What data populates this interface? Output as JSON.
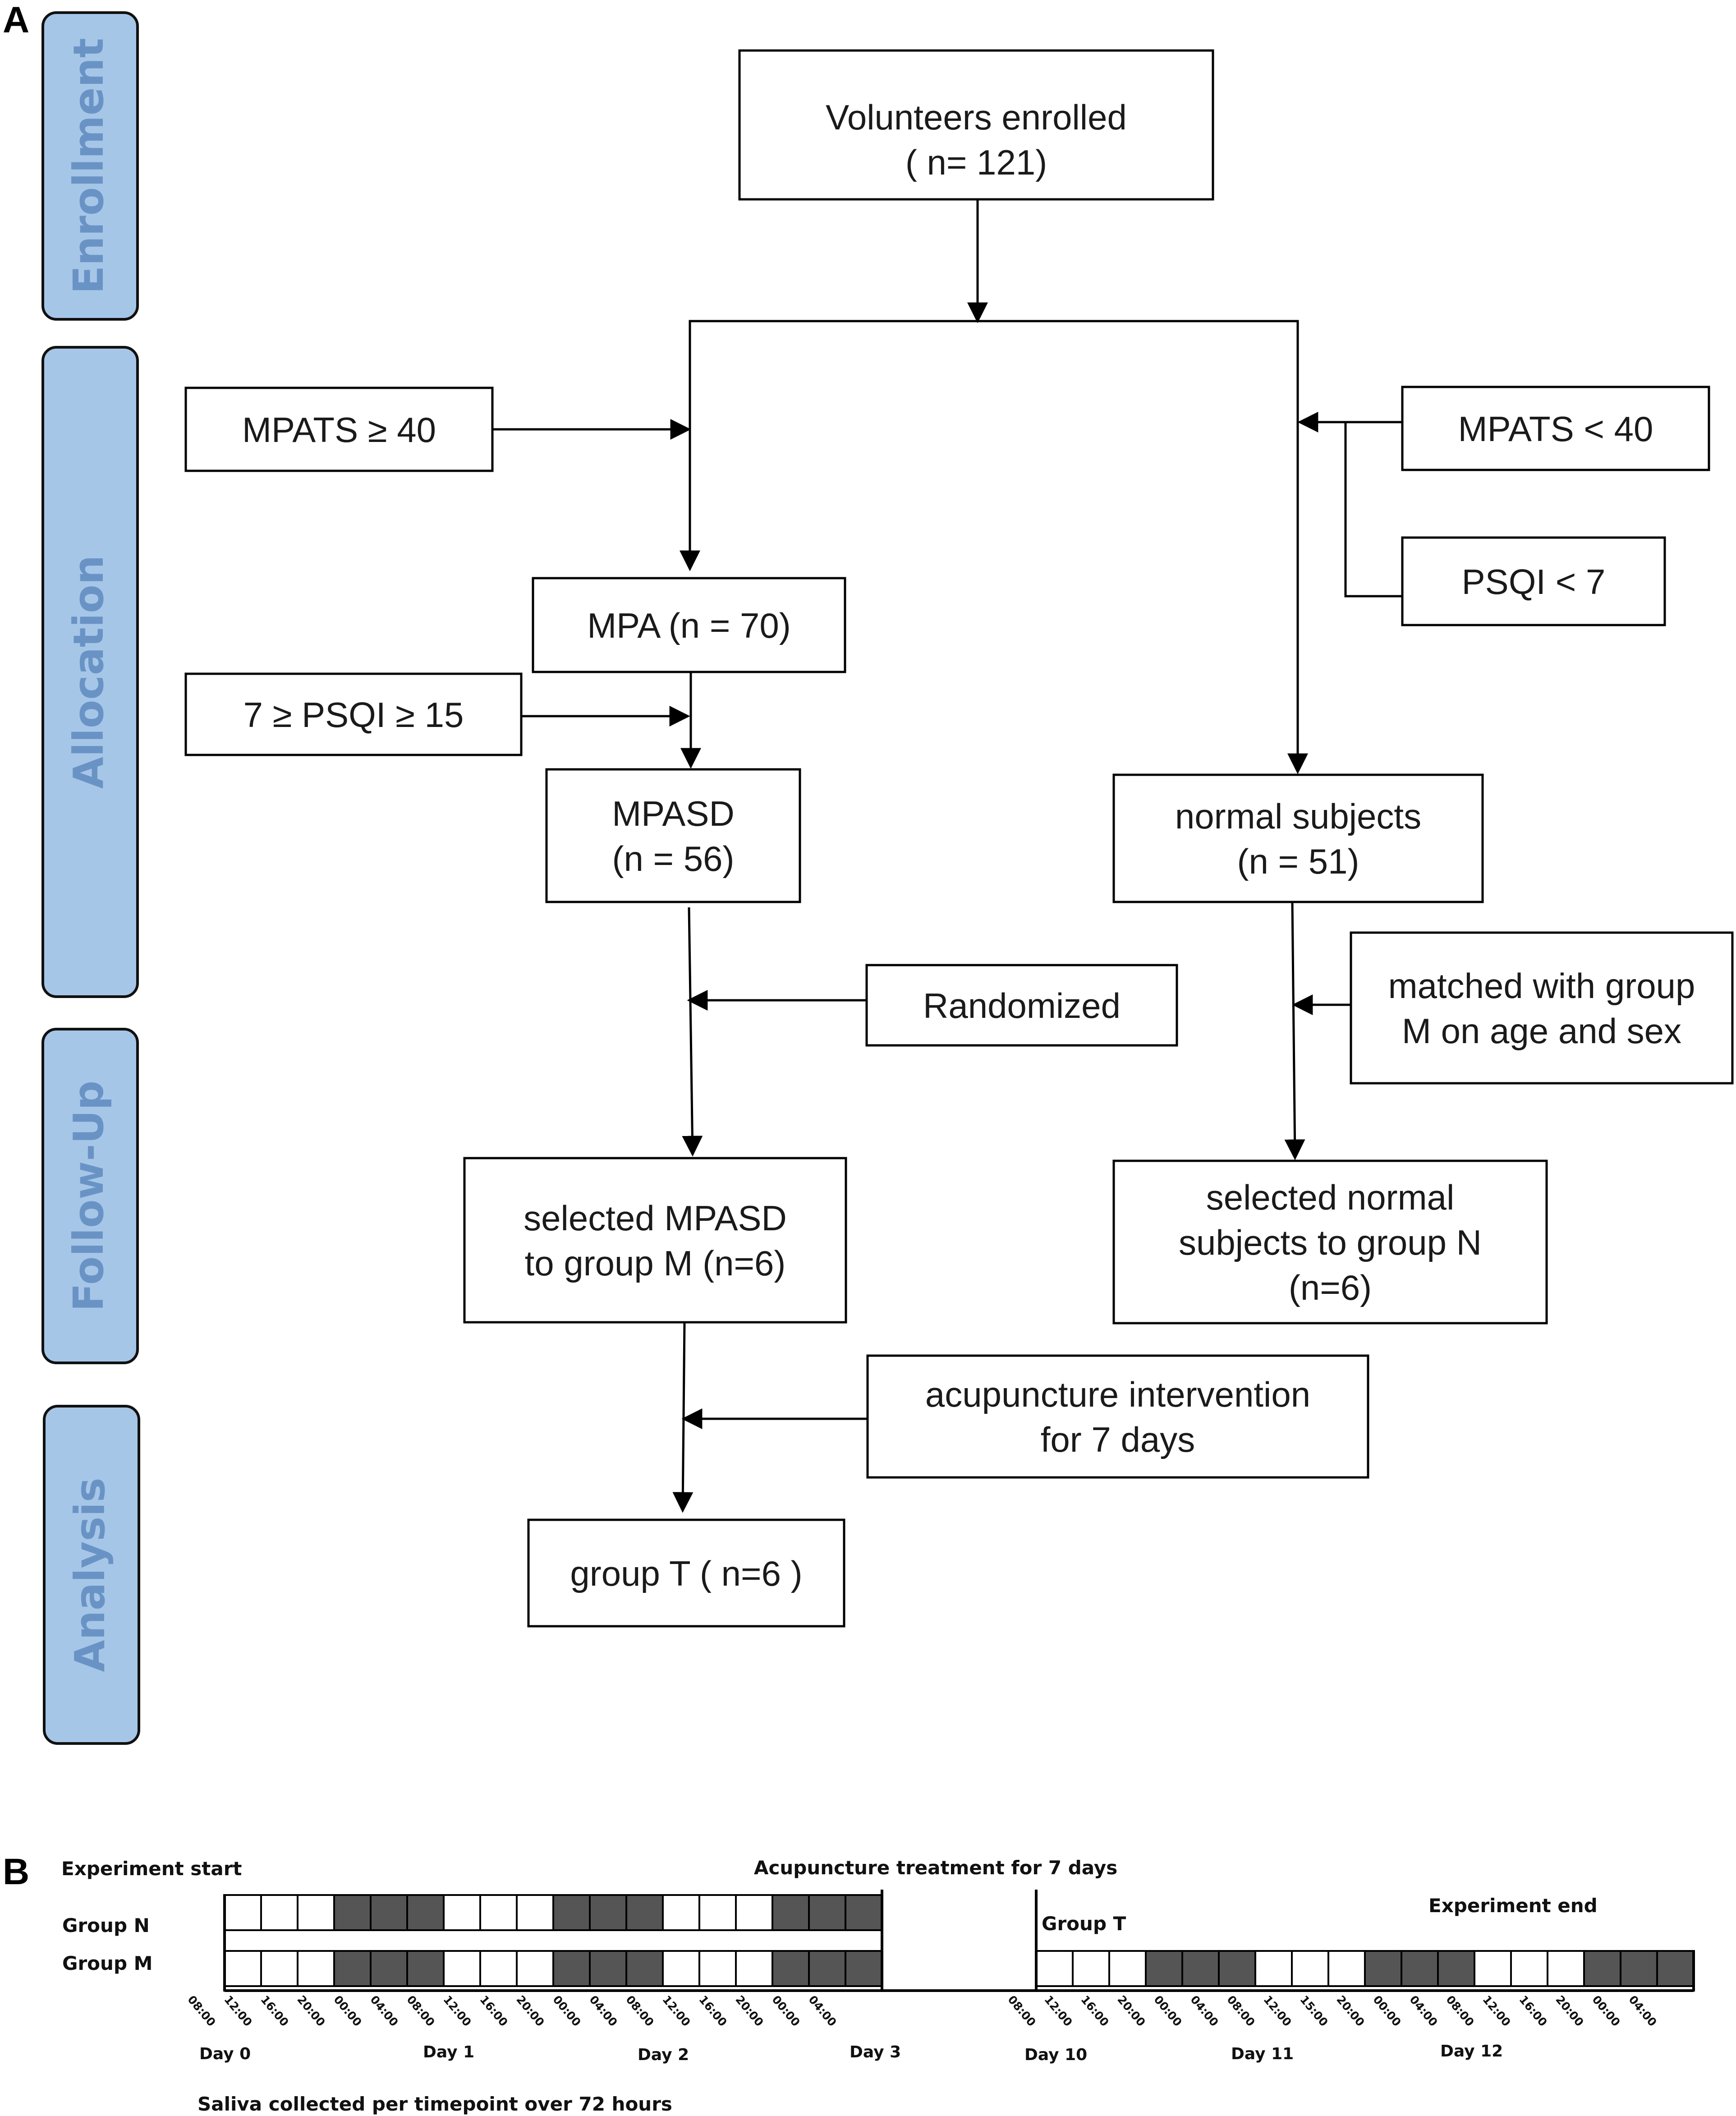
{
  "panels": {
    "a": "A",
    "b": "B"
  },
  "phases": [
    {
      "id": "enrollment",
      "label": "Enrollment"
    },
    {
      "id": "allocation",
      "label": "Allocation"
    },
    {
      "id": "follow-up",
      "label": "Follow-Up"
    },
    {
      "id": "analysis",
      "label": "Analysis"
    }
  ],
  "boxes": [
    {
      "id": "enrolled",
      "lines": [
        "Volunteers enrolled",
        "( n= 121)"
      ]
    },
    {
      "id": "mpats-ge40",
      "lines": [
        "MPATS ≥ 40"
      ]
    },
    {
      "id": "mpats-lt40",
      "lines": [
        "MPATS  < 40"
      ]
    },
    {
      "id": "psqi-lt7",
      "lines": [
        "PSQI  <  7"
      ]
    },
    {
      "id": "mpa",
      "lines": [
        "MPA (n = 70)"
      ]
    },
    {
      "id": "psqi-range",
      "lines": [
        "7 ≥ PSQI ≥ 15"
      ]
    },
    {
      "id": "mpasd",
      "lines": [
        "MPASD",
        "(n = 56)"
      ]
    },
    {
      "id": "normal",
      "lines": [
        "normal subjects",
        "(n = 51)"
      ]
    },
    {
      "id": "randomized",
      "lines": [
        "Randomized"
      ]
    },
    {
      "id": "matched",
      "lines": [
        "matched with group",
        "M on age and sex"
      ]
    },
    {
      "id": "group-m",
      "lines": [
        "selected MPASD",
        "to  group M (n=6)"
      ]
    },
    {
      "id": "group-n",
      "lines": [
        "selected normal",
        "subjects to  group N",
        "(n=6)"
      ]
    },
    {
      "id": "acupuncture",
      "lines": [
        "acupuncture intervention",
        "for 7 days"
      ]
    },
    {
      "id": "group-t",
      "lines": [
        "group T ( n=6 )"
      ]
    }
  ],
  "timeline": {
    "experiment_start": "Experiment  start",
    "acupuncture_label": "Acupuncture treatment for 7 days",
    "experiment_end": "Experiment  end",
    "group_n": "Group N",
    "group_m": "Group M",
    "group_t": "Group T",
    "colors": {
      "group_n": "#1f6fc2",
      "group_m": "#1a9a4a",
      "group_t": "#e02020",
      "dark_cell": "#555555",
      "light_cell": "#ffffff"
    },
    "cell_pattern": [
      "light",
      "light",
      "light",
      "dark",
      "dark",
      "dark",
      "light",
      "light",
      "light",
      "dark",
      "dark",
      "dark",
      "light",
      "light",
      "light",
      "dark",
      "dark",
      "dark"
    ],
    "ticks_left": [
      "08:00",
      "12:00",
      "16:00",
      "20:00",
      "00:00",
      "04:00",
      "08:00",
      "12:00",
      "16:00",
      "20:00",
      "00:00",
      "04:00",
      "08:00",
      "12:00",
      "16:00",
      "20:00",
      "00:00",
      "04:00"
    ],
    "ticks_right": [
      "08:00",
      "12:00",
      "16:00",
      "20:00",
      "00:00",
      "04:00",
      "08:00",
      "12:00",
      "15:00",
      "20:00",
      "00:00",
      "04:00",
      "08:00",
      "12:00",
      "16:00",
      "20:00",
      "00:00",
      "04:00"
    ],
    "days_left": [
      "Day 0",
      "Day 1",
      "Day 2",
      "Day 3"
    ],
    "days_right": [
      "Day 10",
      "Day 11",
      "Day 12"
    ],
    "footer": "Saliva collected per timepoint over 72 hours"
  }
}
